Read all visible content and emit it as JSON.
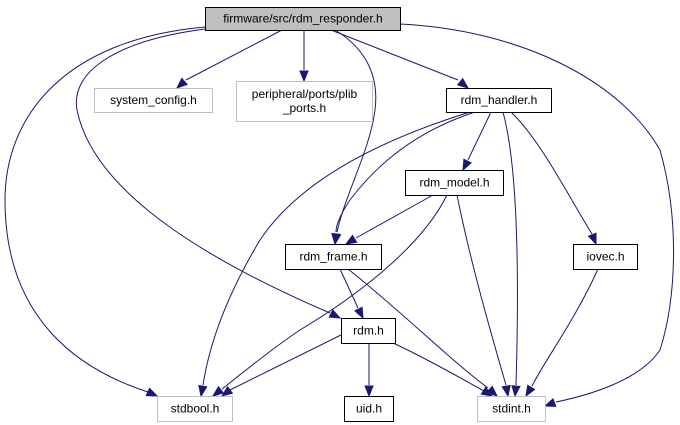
{
  "graph": {
    "type": "include-dependency-graph",
    "colors": {
      "edge": "#191970",
      "root_fill": "#bfbfbf",
      "root_border": "#000000",
      "documented_border": "#000000",
      "external_border": "#bfbfbf"
    },
    "nodes": [
      {
        "id": "rdm_responder",
        "lines": [
          "firmware/src/rdm_responder.h"
        ],
        "kind": "root"
      },
      {
        "id": "system_config",
        "lines": [
          "system_config.h"
        ],
        "kind": "external"
      },
      {
        "id": "plib_ports",
        "lines": [
          "peripheral/ports/plib",
          "_ports.h"
        ],
        "kind": "external"
      },
      {
        "id": "rdm_handler",
        "lines": [
          "rdm_handler.h"
        ],
        "kind": "documented"
      },
      {
        "id": "rdm_model",
        "lines": [
          "rdm_model.h"
        ],
        "kind": "documented"
      },
      {
        "id": "rdm_frame",
        "lines": [
          "rdm_frame.h"
        ],
        "kind": "documented"
      },
      {
        "id": "iovec",
        "lines": [
          "iovec.h"
        ],
        "kind": "documented"
      },
      {
        "id": "rdm",
        "lines": [
          "rdm.h"
        ],
        "kind": "documented"
      },
      {
        "id": "stdbool",
        "lines": [
          "stdbool.h"
        ],
        "kind": "external"
      },
      {
        "id": "uid",
        "lines": [
          "uid.h"
        ],
        "kind": "documented"
      },
      {
        "id": "stdint",
        "lines": [
          "stdint.h"
        ],
        "kind": "external"
      }
    ],
    "edges": [
      {
        "from": "rdm_responder",
        "to": "system_config"
      },
      {
        "from": "rdm_responder",
        "to": "plib_ports"
      },
      {
        "from": "rdm_responder",
        "to": "rdm_handler"
      },
      {
        "from": "rdm_responder",
        "to": "stdbool"
      },
      {
        "from": "rdm_responder",
        "to": "rdm"
      },
      {
        "from": "rdm_responder",
        "to": "rdm_frame"
      },
      {
        "from": "rdm_responder",
        "to": "stdint"
      },
      {
        "from": "rdm_handler",
        "to": "rdm_model"
      },
      {
        "from": "rdm_handler",
        "to": "rdm_frame"
      },
      {
        "from": "rdm_handler",
        "to": "stdbool"
      },
      {
        "from": "rdm_handler",
        "to": "stdint"
      },
      {
        "from": "rdm_handler",
        "to": "iovec"
      },
      {
        "from": "rdm_model",
        "to": "rdm_frame"
      },
      {
        "from": "rdm_model",
        "to": "stdbool"
      },
      {
        "from": "rdm_model",
        "to": "stdint"
      },
      {
        "from": "rdm_frame",
        "to": "rdm"
      },
      {
        "from": "rdm_frame",
        "to": "stdint"
      },
      {
        "from": "iovec",
        "to": "stdint"
      },
      {
        "from": "rdm",
        "to": "stdbool"
      },
      {
        "from": "rdm",
        "to": "uid"
      },
      {
        "from": "rdm",
        "to": "stdint"
      }
    ]
  }
}
